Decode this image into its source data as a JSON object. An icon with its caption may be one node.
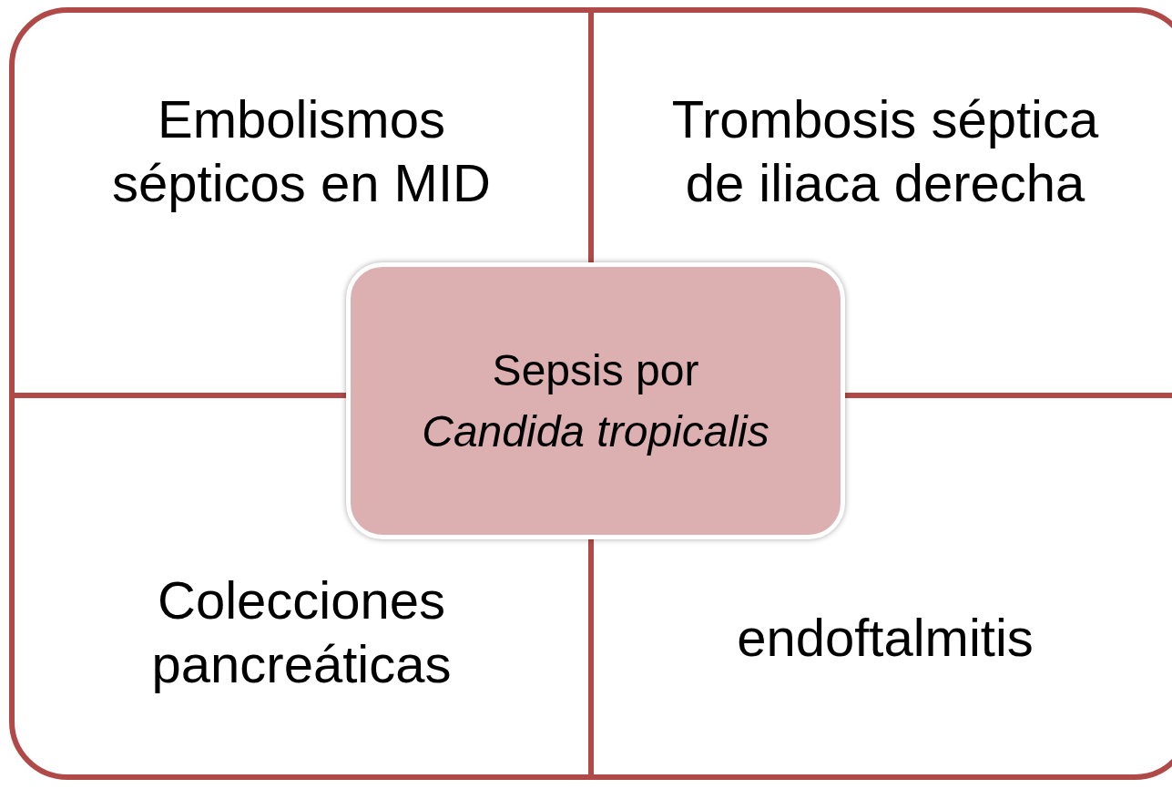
{
  "diagram": {
    "nodes": [
      {
        "text": [
          "Embolismos sépticos en MID"
        ]
      },
      {
        "text": [
          "Trombosis séptica de iliaca derecha"
        ]
      },
      {
        "text": [
          "Colecciones pancreáticas"
        ]
      },
      {
        "text": [
          "endoftalmitis"
        ]
      },
      {
        "text": [
          "Sepsis por *Candida tropicalis*"
        ]
      }
    ]
  }
}
